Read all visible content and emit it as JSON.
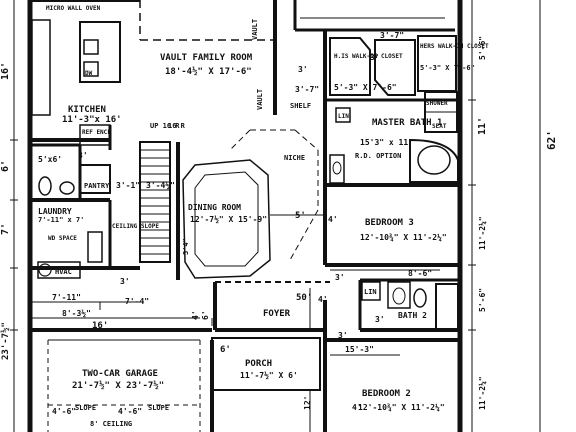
{
  "rooms": {
    "micro_wall_oven": "MICRO WALL OVEN",
    "dw": "DW",
    "kitchen": "KITCHEN",
    "kitchen_dim": "11'-3\"x 16'",
    "ref": "REF ENCL",
    "vault_family": "VAULT FAMILY ROOM",
    "family_dim": "18'-4½\" X 17'-6\"",
    "vault1": "VAULT",
    "vault2": "VAULT",
    "his_closet": "H.IS WALK-IN CLOSET",
    "his_closet_dim": "5'-3\" X 7'-6\"",
    "hers_closet": "HERS WALK-IN CLOSET",
    "hers_closet_dim": "5'-3\" X 7'-6\"",
    "shower": "SHOWER",
    "seat": "SEAT",
    "lin_master": "LIN",
    "master_bath": "MASTER BATH 1",
    "master_bath_dim": "15'3\" x 11'",
    "rd_option": "R.D. OPTION",
    "shelf": "SHELF",
    "niche": "NICHE",
    "pantry": "PANTRY",
    "up_stair": "UP 16 R",
    "dining": "DINING ROOM",
    "dining_dim": "12'-7½\" X 15'-9\"",
    "laundry": "LAUNDRY",
    "laundry_dim": "7'-11\" x 7'",
    "wd_space": "WD SPACE",
    "ceiling_slope": "CEILING SLOPE",
    "hvac": "HVAC",
    "bedroom3": "BEDROOM 3",
    "bedroom3_dim": "12'-10¾\" X 11'-2¼\"",
    "lin2": "LIN",
    "bath2": "BATH 2",
    "foyer": "FOYER",
    "porch": "PORCH",
    "porch_dim": "11'-7½\" X 6'",
    "garage": "TWO-CAR GARAGE",
    "garage_dim": "21'-7½\" X 23'-7½\"",
    "slope1": "SLOPE",
    "slope2": "SLOPE",
    "bedroom2": "BEDROOM 2",
    "bedroom2_dim": "12'-10¾\" X 11'-2¼\""
  },
  "dims": {
    "d16_left": "16'",
    "d6_left": "6'",
    "d7_left": "7'",
    "d23_left": "23'-7½\"",
    "d5x6": "5'x6'",
    "d3_pantry": "3'",
    "d3_7a": "3'-1\"",
    "d3_4half": "3'-4½\"",
    "d3_7": "3'-7\"",
    "d3_top": "3'-7\"",
    "d3_shelf": "3'",
    "d3b": "3'",
    "d3c": "3'",
    "d3d": "3'",
    "d3e": "3'",
    "d3f": "3'",
    "d5_din": "5'",
    "d4_b3": "4'",
    "d34": "3'4\"",
    "d8_6": "8'-6\"",
    "d50": "50'",
    "d4_foyer": "4'",
    "d7_11": "7'-11\"",
    "d7_4": "7'-4\"",
    "d8_3half": "8'-3½\"",
    "d16_garage": "16'",
    "d6_porch": "6'",
    "d4_6a": "4'",
    "d6_foy": "6'",
    "d15_3": "15'-3\"",
    "d12": "12'",
    "d4_bed2": "4'",
    "d5_6_right": "5'-6\"",
    "d11_right": "11'",
    "d62": "62'",
    "d11_2q": "11'-2¼\"",
    "d5_6b": "5'-6\"",
    "d11_2q_b": "11'-2¼\"",
    "d4_6_garage": "4'-6\"",
    "d4_6_b": "4'-6\"",
    "d16_r": "16 R",
    "ceiling_8": "8' CEILING"
  }
}
